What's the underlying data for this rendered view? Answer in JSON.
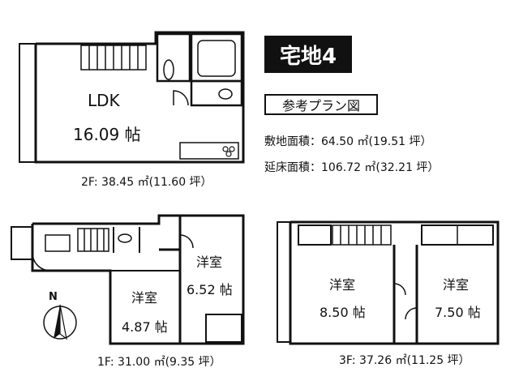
{
  "title": "宅地4",
  "subtitle": "参考プラン図",
  "site_area": "敷地面積：64.50 ㎡(19.51 坪）",
  "floor_area": "延床面積：106.72 ㎡(32.21 坪）",
  "floors": {
    "f2": {
      "caption": "2F: 38.45 ㎡(11.60 坪）",
      "rooms": [
        {
          "name": "LDK",
          "size": "16.09 帖"
        }
      ]
    },
    "f1": {
      "caption": "1F: 31.00 ㎡(9.35 坪）",
      "rooms": [
        {
          "name": "洋室",
          "size": "6.52 帖"
        },
        {
          "name": "洋室",
          "size": "4.87 帖"
        }
      ]
    },
    "f3": {
      "caption": "3F: 37.26 ㎡(11.25 坪）",
      "rooms": [
        {
          "name": "洋室",
          "size": "8.50 帖"
        },
        {
          "name": "洋室",
          "size": "7.50 帖"
        }
      ]
    }
  },
  "compass_label": "N"
}
